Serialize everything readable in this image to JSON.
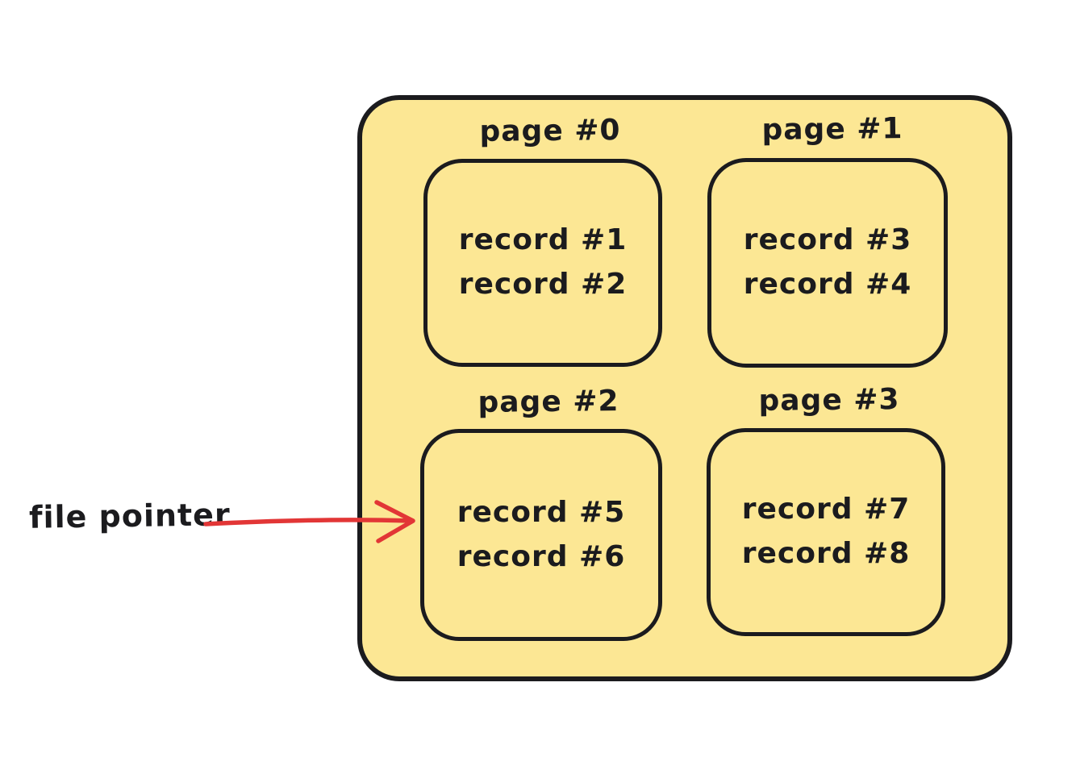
{
  "diagram": {
    "kind": "file-pages-records",
    "colors": {
      "canvas_background": "#ffffff",
      "box_fill": "#fce794",
      "stroke": "#1b1b1e",
      "arrow": "#e23636"
    },
    "file": {
      "pages": [
        {
          "label": "page #0",
          "records": [
            "record #1",
            "record #2"
          ]
        },
        {
          "label": "page #1",
          "records": [
            "record #3",
            "record #4"
          ]
        },
        {
          "label": "page #2",
          "records": [
            "record #5",
            "record #6"
          ]
        },
        {
          "label": "page #3",
          "records": [
            "record #7",
            "record #8"
          ]
        }
      ]
    },
    "pointer": {
      "label": "file pointer",
      "points_to": "page #2"
    }
  }
}
